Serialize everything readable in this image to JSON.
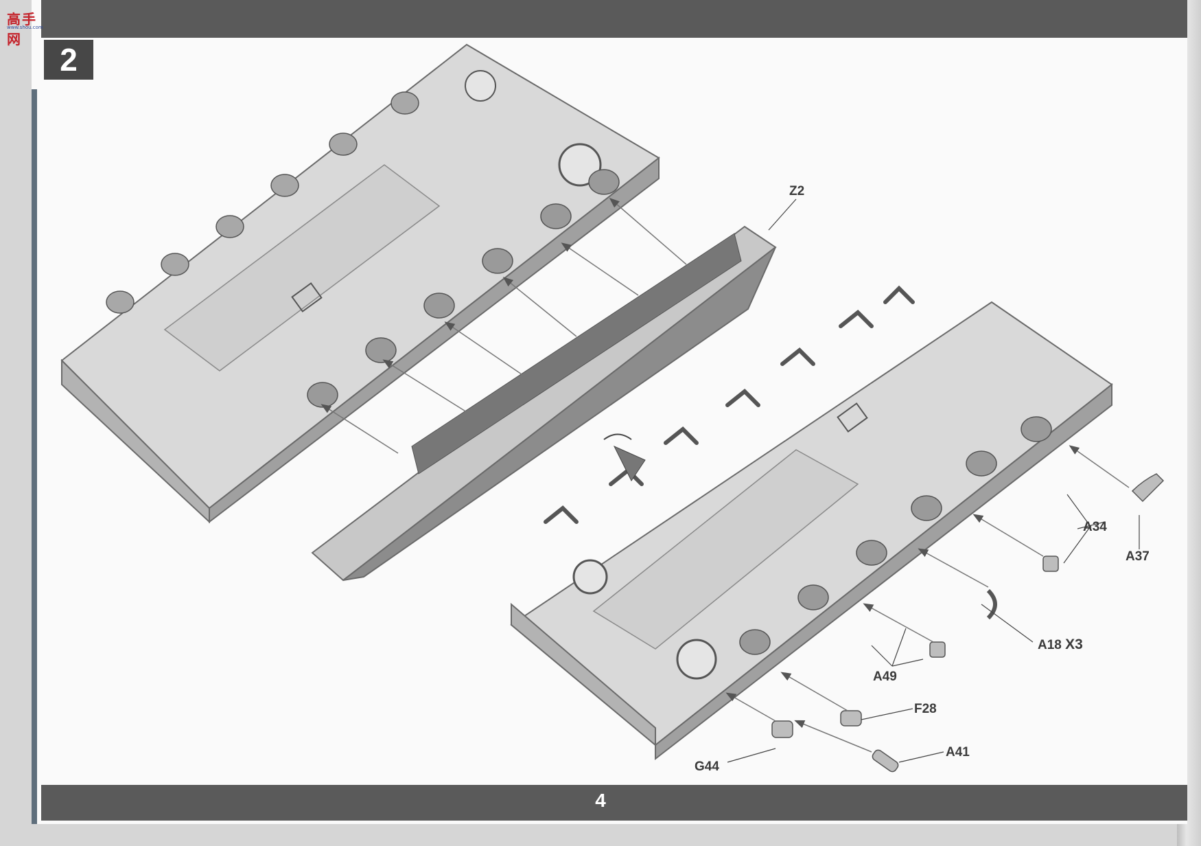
{
  "watermark": {
    "logo_text": "高手网",
    "logo_url": "www.shou.com"
  },
  "step": {
    "number": "2"
  },
  "page": {
    "number": "4"
  },
  "callouts": {
    "z2": "Z2",
    "a34": "A34",
    "a37": "A37",
    "a18": "A18",
    "a18_mult": "X3",
    "a49": "A49",
    "f28": "F28",
    "a41": "A41",
    "g44": "G44"
  },
  "colors": {
    "hull_light": "#d7d7d7",
    "hull_mid": "#bdbdbd",
    "hull_dark": "#8f8f8f",
    "bar": "#5a5a5a",
    "step_box": "#474747"
  }
}
